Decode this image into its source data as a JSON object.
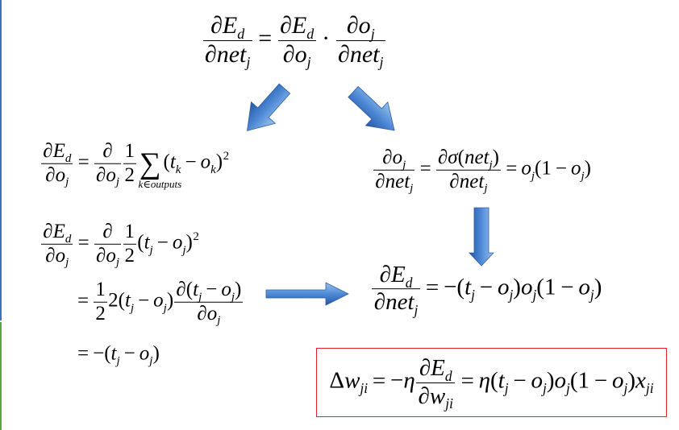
{
  "equations": {
    "chain_rule": [
      {
        "frac": {
          "num": [
            {
              "v": "∂E",
              "sub": "d"
            }
          ],
          "den": [
            {
              "v": "∂net",
              "sub": "j"
            }
          ]
        }
      },
      {
        "op": "="
      },
      {
        "frac": {
          "num": [
            {
              "v": "∂E",
              "sub": "d"
            }
          ],
          "den": [
            {
              "v": "∂o",
              "sub": "j"
            }
          ]
        }
      },
      {
        "op": "·"
      },
      {
        "frac": {
          "num": [
            {
              "v": "∂o",
              "sub": "j"
            }
          ],
          "den": [
            {
              "v": "∂net",
              "sub": "j"
            }
          ]
        }
      }
    ],
    "output_error_derivative": [
      {
        "frac": {
          "num": [
            {
              "v": "∂E",
              "sub": "d"
            }
          ],
          "den": [
            {
              "v": "∂o",
              "sub": "j"
            }
          ]
        }
      },
      {
        "op": "="
      },
      {
        "frac": {
          "num": [
            {
              "v": "∂"
            }
          ],
          "den": [
            {
              "v": "∂o",
              "sub": "j"
            }
          ]
        }
      },
      {
        "frac": {
          "num": [
            {
              "n": "1"
            }
          ],
          "den": [
            {
              "n": "2"
            }
          ]
        }
      },
      {
        "sum": {
          "sym": "∑",
          "under": "k∈outputs"
        }
      },
      {
        "n": "("
      },
      {
        "v": "t",
        "sub": "k"
      },
      {
        "op": "−"
      },
      {
        "v": "o",
        "sub": "k"
      },
      {
        "n": ")",
        "sup": "2"
      }
    ],
    "sigmoid_derivative": [
      {
        "frac": {
          "num": [
            {
              "v": "∂o",
              "sub": "j"
            }
          ],
          "den": [
            {
              "v": "∂net",
              "sub": "j"
            }
          ]
        }
      },
      {
        "op": "="
      },
      {
        "frac": {
          "num": [
            {
              "v": "∂σ"
            },
            {
              "n": "("
            },
            {
              "v": "net",
              "sub": "j"
            },
            {
              "n": ")"
            }
          ],
          "den": [
            {
              "v": "∂net",
              "sub": "j"
            }
          ]
        }
      },
      {
        "op": "="
      },
      {
        "v": "o",
        "sub": "j"
      },
      {
        "n": "(1"
      },
      {
        "op": "−"
      },
      {
        "v": "o",
        "sub": "j"
      },
      {
        "n": ")"
      }
    ],
    "simplified_error_derivative": [
      {
        "frac": {
          "num": [
            {
              "v": "∂E",
              "sub": "d"
            }
          ],
          "den": [
            {
              "v": "∂o",
              "sub": "j"
            }
          ]
        }
      },
      {
        "op": "="
      },
      {
        "frac": {
          "num": [
            {
              "v": "∂"
            }
          ],
          "den": [
            {
              "v": "∂o",
              "sub": "j"
            }
          ]
        }
      },
      {
        "frac": {
          "num": [
            {
              "n": "1"
            }
          ],
          "den": [
            {
              "n": "2"
            }
          ]
        }
      },
      {
        "n": "("
      },
      {
        "v": "t",
        "sub": "j"
      },
      {
        "op": "−"
      },
      {
        "v": "o",
        "sub": "j"
      },
      {
        "n": ")",
        "sup": "2"
      }
    ],
    "expanded_derivative": [
      {
        "op": "="
      },
      {
        "frac": {
          "num": [
            {
              "n": "1"
            }
          ],
          "den": [
            {
              "n": "2"
            }
          ]
        }
      },
      {
        "n": "2("
      },
      {
        "v": "t",
        "sub": "j"
      },
      {
        "op": "−"
      },
      {
        "v": "o",
        "sub": "j"
      },
      {
        "n": ")"
      },
      {
        "frac": {
          "num": [
            {
              "v": "∂"
            },
            {
              "n": "("
            },
            {
              "v": "t",
              "sub": "j"
            },
            {
              "op": "−"
            },
            {
              "v": "o",
              "sub": "j"
            },
            {
              "n": ")"
            }
          ],
          "den": [
            {
              "v": "∂o",
              "sub": "j"
            }
          ]
        }
      }
    ],
    "result_line": [
      {
        "op": "="
      },
      {
        "n": "−("
      },
      {
        "v": "t",
        "sub": "j"
      },
      {
        "op": "−"
      },
      {
        "v": "o",
        "sub": "j"
      },
      {
        "n": ")"
      }
    ],
    "net_error_derivative": [
      {
        "frac": {
          "num": [
            {
              "v": "∂E",
              "sub": "d"
            }
          ],
          "den": [
            {
              "v": "∂net",
              "sub": "j"
            }
          ]
        }
      },
      {
        "op": "="
      },
      {
        "n": "−("
      },
      {
        "v": "t",
        "sub": "j"
      },
      {
        "op": "−"
      },
      {
        "v": "o",
        "sub": "j"
      },
      {
        "n": ")"
      },
      {
        "v": "o",
        "sub": "j"
      },
      {
        "n": "(1"
      },
      {
        "op": "−"
      },
      {
        "v": "o",
        "sub": "j"
      },
      {
        "n": ")"
      }
    ],
    "weight_update": [
      {
        "n": "Δ"
      },
      {
        "v": "w",
        "sub": "ji"
      },
      {
        "op": "="
      },
      {
        "n": "−"
      },
      {
        "v": "η"
      },
      {
        "frac": {
          "num": [
            {
              "v": "∂E",
              "sub": "d"
            }
          ],
          "den": [
            {
              "v": "∂w",
              "sub": "ji"
            }
          ]
        }
      },
      {
        "op": "="
      },
      {
        "v": "η"
      },
      {
        "n": "("
      },
      {
        "v": "t",
        "sub": "j"
      },
      {
        "op": "−"
      },
      {
        "v": "o",
        "sub": "j"
      },
      {
        "n": ")"
      },
      {
        "v": "o",
        "sub": "j"
      },
      {
        "n": "(1"
      },
      {
        "op": "−"
      },
      {
        "v": "o",
        "sub": "j"
      },
      {
        "n": ")"
      },
      {
        "v": "x",
        "sub": "ji"
      }
    ]
  }
}
